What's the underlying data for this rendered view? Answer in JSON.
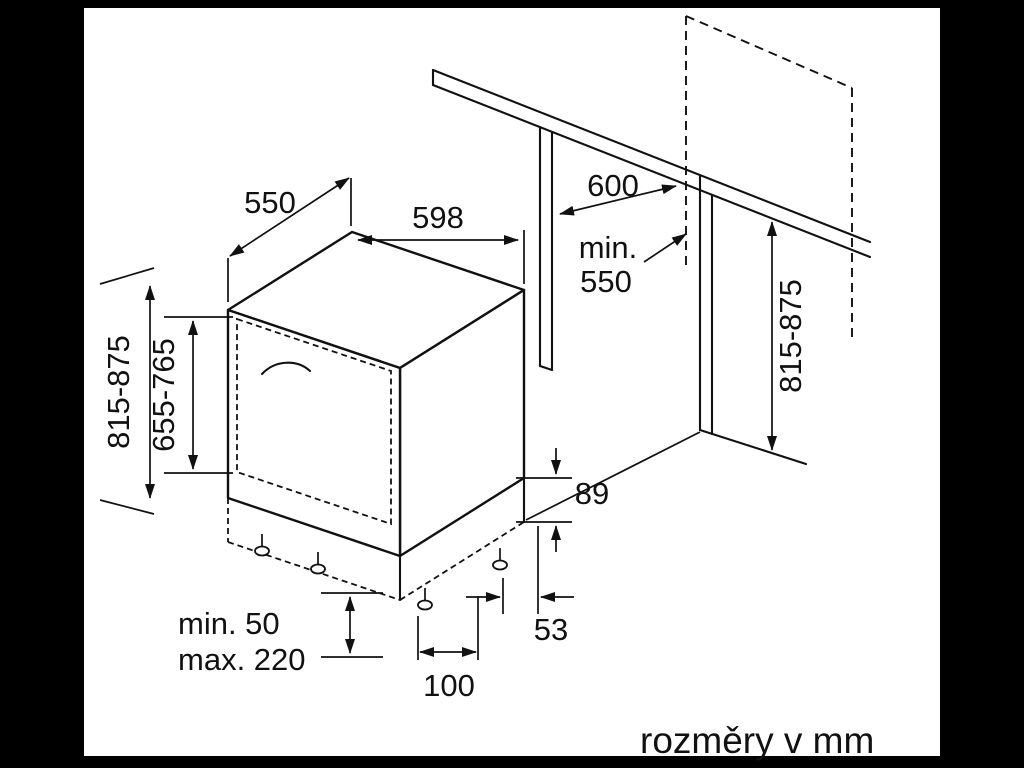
{
  "frame": {
    "background": "#000000",
    "paper": "#ffffff",
    "ink": "#111111"
  },
  "caption": "rozměry v mm",
  "dimensions": {
    "top_depth": "550",
    "top_width": "598",
    "counter_depth": "600",
    "niche_depth_min_line1": "min.",
    "niche_depth_min_line2": "550",
    "appliance_height": "815-875",
    "door_height": "655-765",
    "niche_height": "815-875",
    "rear_gap": "89",
    "rear_foot_offset": "53",
    "front_foot_depth": "100",
    "plinth_min": "min. 50",
    "plinth_max": "max. 220"
  }
}
